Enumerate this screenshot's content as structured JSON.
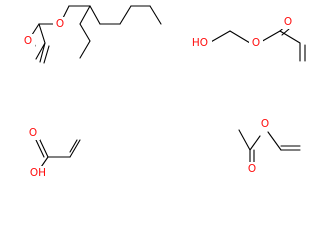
{
  "colors": {
    "bond": "#000000",
    "oxygen": "#ff0d0d",
    "background": "#ffffff"
  },
  "molecules": [
    {
      "id": "ethylhexyl-acrylate",
      "atom_labels": {
        "ester_o": "O",
        "carbonyl_o": "O"
      }
    },
    {
      "id": "hydroxyethyl-acrylate",
      "atom_labels": {
        "hydroxyl": "HO",
        "ester_o": "O",
        "carbonyl_o": "O"
      }
    },
    {
      "id": "acrylic-acid",
      "atom_labels": {
        "carbonyl_o": "O",
        "hydroxyl": "OH"
      }
    },
    {
      "id": "vinyl-acetate",
      "atom_labels": {
        "ester_o": "O",
        "carbonyl_o": "O"
      }
    }
  ]
}
